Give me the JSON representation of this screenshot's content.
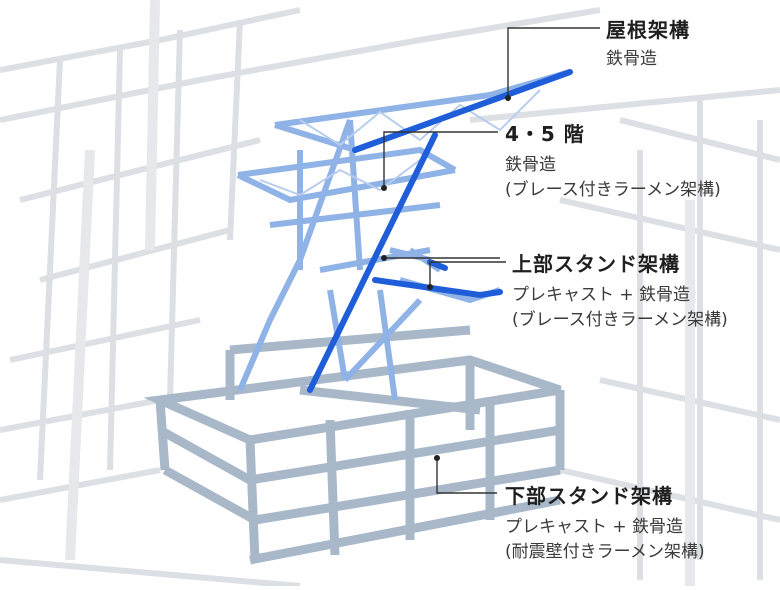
{
  "labels": {
    "roof": {
      "title": "屋根架構",
      "sub1": "鉄骨造"
    },
    "upper_floors": {
      "title": "4・5 階",
      "sub1": "鉄骨造",
      "sub2": "(ブレース付きラーメン架構)"
    },
    "upper_stand": {
      "title": "上部スタンド架構",
      "sub1": "プレキャスト + 鉄骨造",
      "sub2": "(ブレース付きラーメン架構)"
    },
    "lower_stand": {
      "title": "下部スタンド架構",
      "sub1": "プレキャスト + 鉄骨造",
      "sub2": "(耐震壁付きラーメン架構)"
    }
  },
  "colors": {
    "highlight_blue": "#1f5ed8",
    "frame_blue": "#8fb3e6",
    "ghost_frame": "#d9dde2",
    "lower_frame": "#aebccc",
    "leader_line": "#333333"
  }
}
